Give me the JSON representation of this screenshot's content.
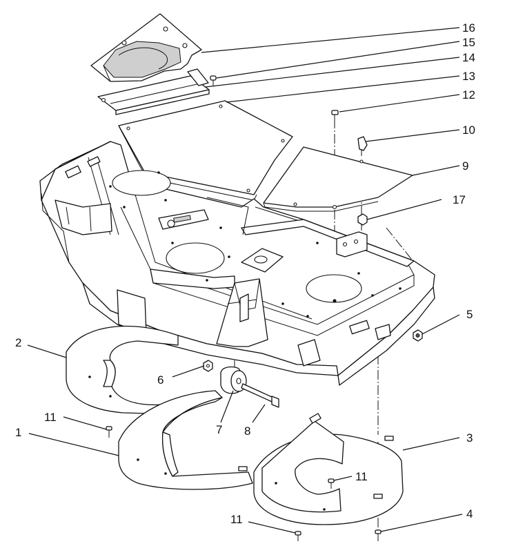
{
  "callouts": [
    {
      "id": "c16",
      "label": "16"
    },
    {
      "id": "c15",
      "label": "15"
    },
    {
      "id": "c14",
      "label": "14"
    },
    {
      "id": "c13",
      "label": "13"
    },
    {
      "id": "c12",
      "label": "12"
    },
    {
      "id": "c10",
      "label": "10"
    },
    {
      "id": "c9",
      "label": "9"
    },
    {
      "id": "c17",
      "label": "17"
    },
    {
      "id": "c5",
      "label": "5"
    },
    {
      "id": "c2",
      "label": "2"
    },
    {
      "id": "c6",
      "label": "6"
    },
    {
      "id": "c7",
      "label": "7"
    },
    {
      "id": "c8",
      "label": "8"
    },
    {
      "id": "c11a",
      "label": "11"
    },
    {
      "id": "c1",
      "label": "1"
    },
    {
      "id": "c3",
      "label": "3"
    },
    {
      "id": "c11b",
      "label": "11"
    },
    {
      "id": "c11c",
      "label": "11"
    },
    {
      "id": "c4",
      "label": "4"
    }
  ],
  "colors": {
    "line": "#111111",
    "background": "#ffffff"
  }
}
